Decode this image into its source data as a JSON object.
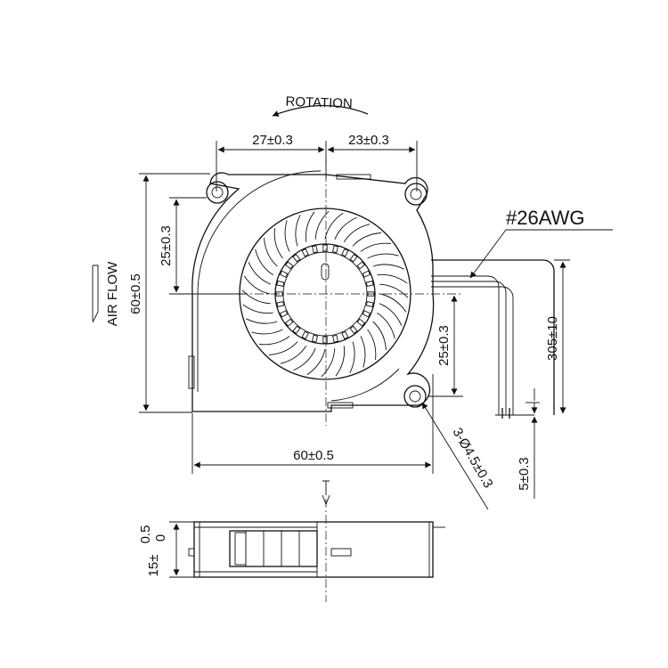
{
  "rotation_label": "ROTATION",
  "airflow_label": "AIR FLOW",
  "wire_label": "#26AWG",
  "dims": {
    "left_width": "27±0.3",
    "right_width": "23±0.3",
    "height": "60±0.5",
    "upper_offset": "25±0.3",
    "right_offset": "25±0.3",
    "width": "60±0.5",
    "lead_length": "305±10",
    "lead_strip": "5±0.3",
    "holes": "3-Ø4.5±0.3",
    "thickness_main": "15±",
    "thickness_upper": "0.5",
    "thickness_lower": "0"
  }
}
